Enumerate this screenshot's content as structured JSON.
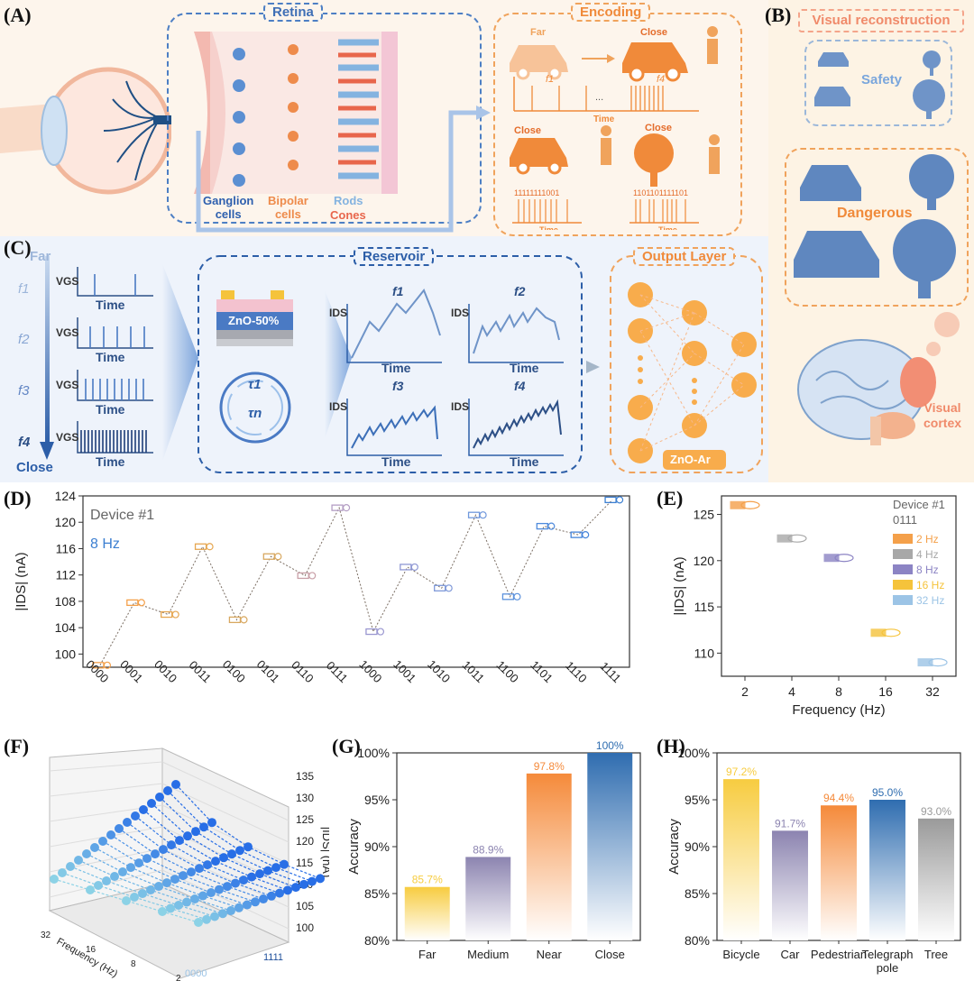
{
  "panel_labels": {
    "a": "(A)",
    "b": "(B)",
    "c": "(C)",
    "d": "(D)",
    "e": "(E)",
    "f": "(F)",
    "g": "(G)",
    "h": "(H)"
  },
  "panel_a": {
    "retina_title": "Retina",
    "encoding_title": "Encoding",
    "cells": {
      "ganglion": "Ganglion cells",
      "bipolar": "Bipolar cells",
      "rods": "Rods",
      "cones": "Cones"
    },
    "ganglion_l1": "Ganglion",
    "ganglion_l2": "cells",
    "bipolar_l1": "Bipolar",
    "bipolar_l2": "cells",
    "far": "Far",
    "close": "Close",
    "f1": "f1",
    "f4": "f4",
    "dots": "...",
    "time": "Time",
    "bits1": "11111111001",
    "bits2": "1101101111101"
  },
  "panel_b": {
    "title": "Visual reconstruction",
    "safety": "Safety",
    "dangerous": "Dangerous",
    "visual": "Visual",
    "cortex": "cortex"
  },
  "panel_c": {
    "far": "Far",
    "close": "Close",
    "freqs": [
      "f1",
      "f2",
      "f3",
      "f4"
    ],
    "vgs": "VGS",
    "ids": "IDS",
    "time": "Time",
    "material": "ZnO-50%",
    "reservoir": "Reservoir",
    "output": "Output Layer",
    "output_mat": "ZnO-Ar",
    "tau1": "τ1",
    "taun": "τn"
  },
  "colors": {
    "orange": "#f4a04a",
    "blue": "#3c7fd1",
    "grey": "#a8a8a8",
    "purple": "#8c84c4",
    "yellow": "#f5c33b",
    "lightblue": "#9cc4e6"
  },
  "chart_data": [
    {
      "id": "D",
      "type": "scatter",
      "title": "",
      "annotations": [
        "Device #1",
        "8 Hz"
      ],
      "ylabel": "|IDS| (nA)",
      "ylim": [
        98,
        124
      ],
      "yticks": [
        100,
        104,
        108,
        112,
        116,
        120,
        124
      ],
      "categories": [
        "0000",
        "0001",
        "0010",
        "0011",
        "0100",
        "0101",
        "0110",
        "0111",
        "1000",
        "1001",
        "1010",
        "1011",
        "1100",
        "1101",
        "1110",
        "1111"
      ],
      "values": [
        98.3,
        107.8,
        106.0,
        116.3,
        105.2,
        114.8,
        111.9,
        122.2,
        103.4,
        113.2,
        110.0,
        121.1,
        108.7,
        119.4,
        118.1,
        123.4
      ]
    },
    {
      "id": "E",
      "type": "scatter",
      "ylabel": "|IDS| (nA)",
      "xlabel": "Frequency (Hz)",
      "ylim": [
        107.5,
        127
      ],
      "yticks": [
        110,
        115,
        120,
        125
      ],
      "categories": [
        "2",
        "4",
        "8",
        "16",
        "32"
      ],
      "values": [
        126.0,
        122.4,
        120.3,
        112.2,
        109.0
      ],
      "legend_title": "Device #1",
      "legend_subtitle": "0111",
      "series": [
        {
          "name": "2 Hz"
        },
        {
          "name": "4 Hz"
        },
        {
          "name": "8 Hz"
        },
        {
          "name": "16 Hz"
        },
        {
          "name": "32 Hz"
        }
      ]
    },
    {
      "id": "F",
      "type": "scatter",
      "xlabel": "Frequency (Hz)",
      "zlabel": "|IDS| (nA)",
      "zticks": [
        100,
        105,
        110,
        115,
        120,
        125,
        130,
        135
      ],
      "xticks": [
        "32",
        "16",
        "8",
        "2"
      ],
      "yticks": [
        "0000",
        "1111"
      ]
    },
    {
      "id": "G",
      "type": "bar",
      "ylabel": "Accuracy",
      "ylim": [
        80,
        100
      ],
      "yticks": [
        "80%",
        "85%",
        "90%",
        "95%",
        "100%"
      ],
      "categories": [
        "Far",
        "Medium",
        "Near",
        "Close"
      ],
      "values": [
        85.7,
        88.9,
        97.8,
        100
      ],
      "labels": [
        "85.7%",
        "88.9%",
        "97.8%",
        "100%"
      ]
    },
    {
      "id": "H",
      "type": "bar",
      "ylabel": "Accuracy",
      "ylim": [
        80,
        100
      ],
      "yticks": [
        "80%",
        "85%",
        "90%",
        "95%",
        "100%"
      ],
      "categories": [
        "Bicycle",
        "Car",
        "Pedestrian",
        "Telegraph pole",
        "Tree"
      ],
      "values": [
        97.2,
        91.7,
        94.4,
        95.0,
        93.0
      ],
      "labels": [
        "97.2%",
        "91.7%",
        "94.4%",
        "95.0%",
        "93.0%"
      ]
    }
  ]
}
